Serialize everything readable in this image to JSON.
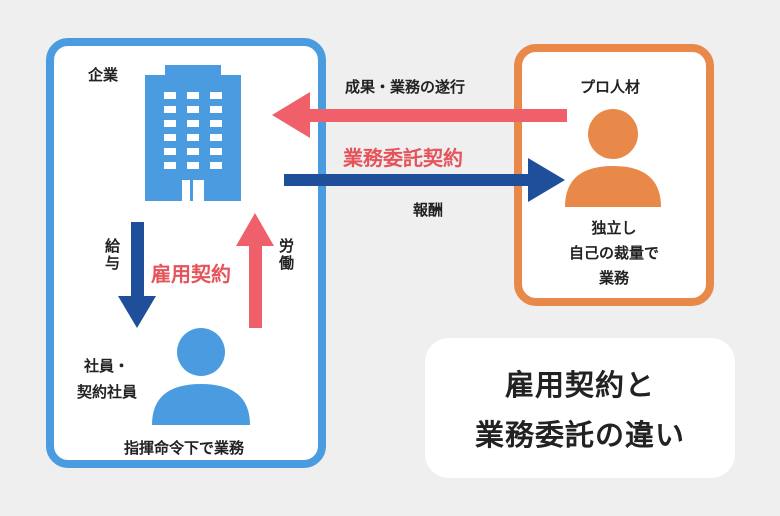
{
  "company": {
    "label": "企業",
    "employee_label_line1": "社員・",
    "employee_label_line2": "契約社員",
    "employee_work": "指揮命令下で業務",
    "wage": "給与",
    "labor": "労働",
    "employment_contract": "雇用契約"
  },
  "pro": {
    "label": "プロ人材",
    "desc_line1": "独立し",
    "desc_line2": "自己の裁量で",
    "desc_line3": "業務"
  },
  "arrows": {
    "deliverables": "成果・業務の遂行",
    "outsourcing_contract": "業務委託契約",
    "compensation": "報酬"
  },
  "title": {
    "line1": "雇用契約と",
    "line2": "業務委託の違い"
  },
  "colors": {
    "blue": "#4a9be0",
    "dark_blue": "#1f4f9a",
    "red": "#f0606a",
    "orange": "#e8894a"
  },
  "icons": [
    "building-icon",
    "person-icon"
  ]
}
